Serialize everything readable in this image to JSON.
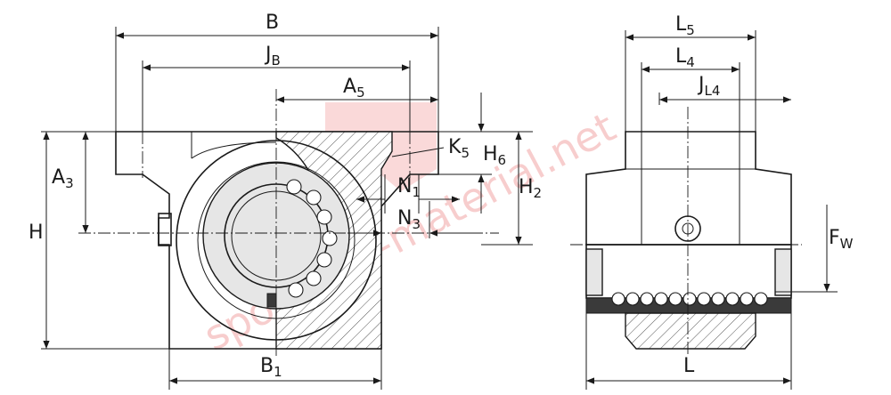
{
  "watermark": {
    "text": "spojovaci-material.net",
    "color": "#f2a6a6"
  },
  "labels": {
    "B": "B",
    "JB_main": "J",
    "JB_sub": "B",
    "A5_main": "A",
    "A5_sub": "5",
    "K5_main": "K",
    "K5_sub": "5",
    "H6_main": "H",
    "H6_sub": "6",
    "A3_main": "A",
    "A3_sub": "3",
    "H2_main": "H",
    "H2_sub": "2",
    "N1_main": "N",
    "N1_sub": "1",
    "N3_main": "N",
    "N3_sub": "3",
    "H": "H",
    "B1_main": "B",
    "B1_sub": "1",
    "L5_main": "L",
    "L5_sub": "5",
    "L4_main": "L",
    "L4_sub": "4",
    "JL4_main": "J",
    "JL4_sub": "L4",
    "FW_main": "F",
    "FW_sub": "W",
    "L": "L"
  }
}
